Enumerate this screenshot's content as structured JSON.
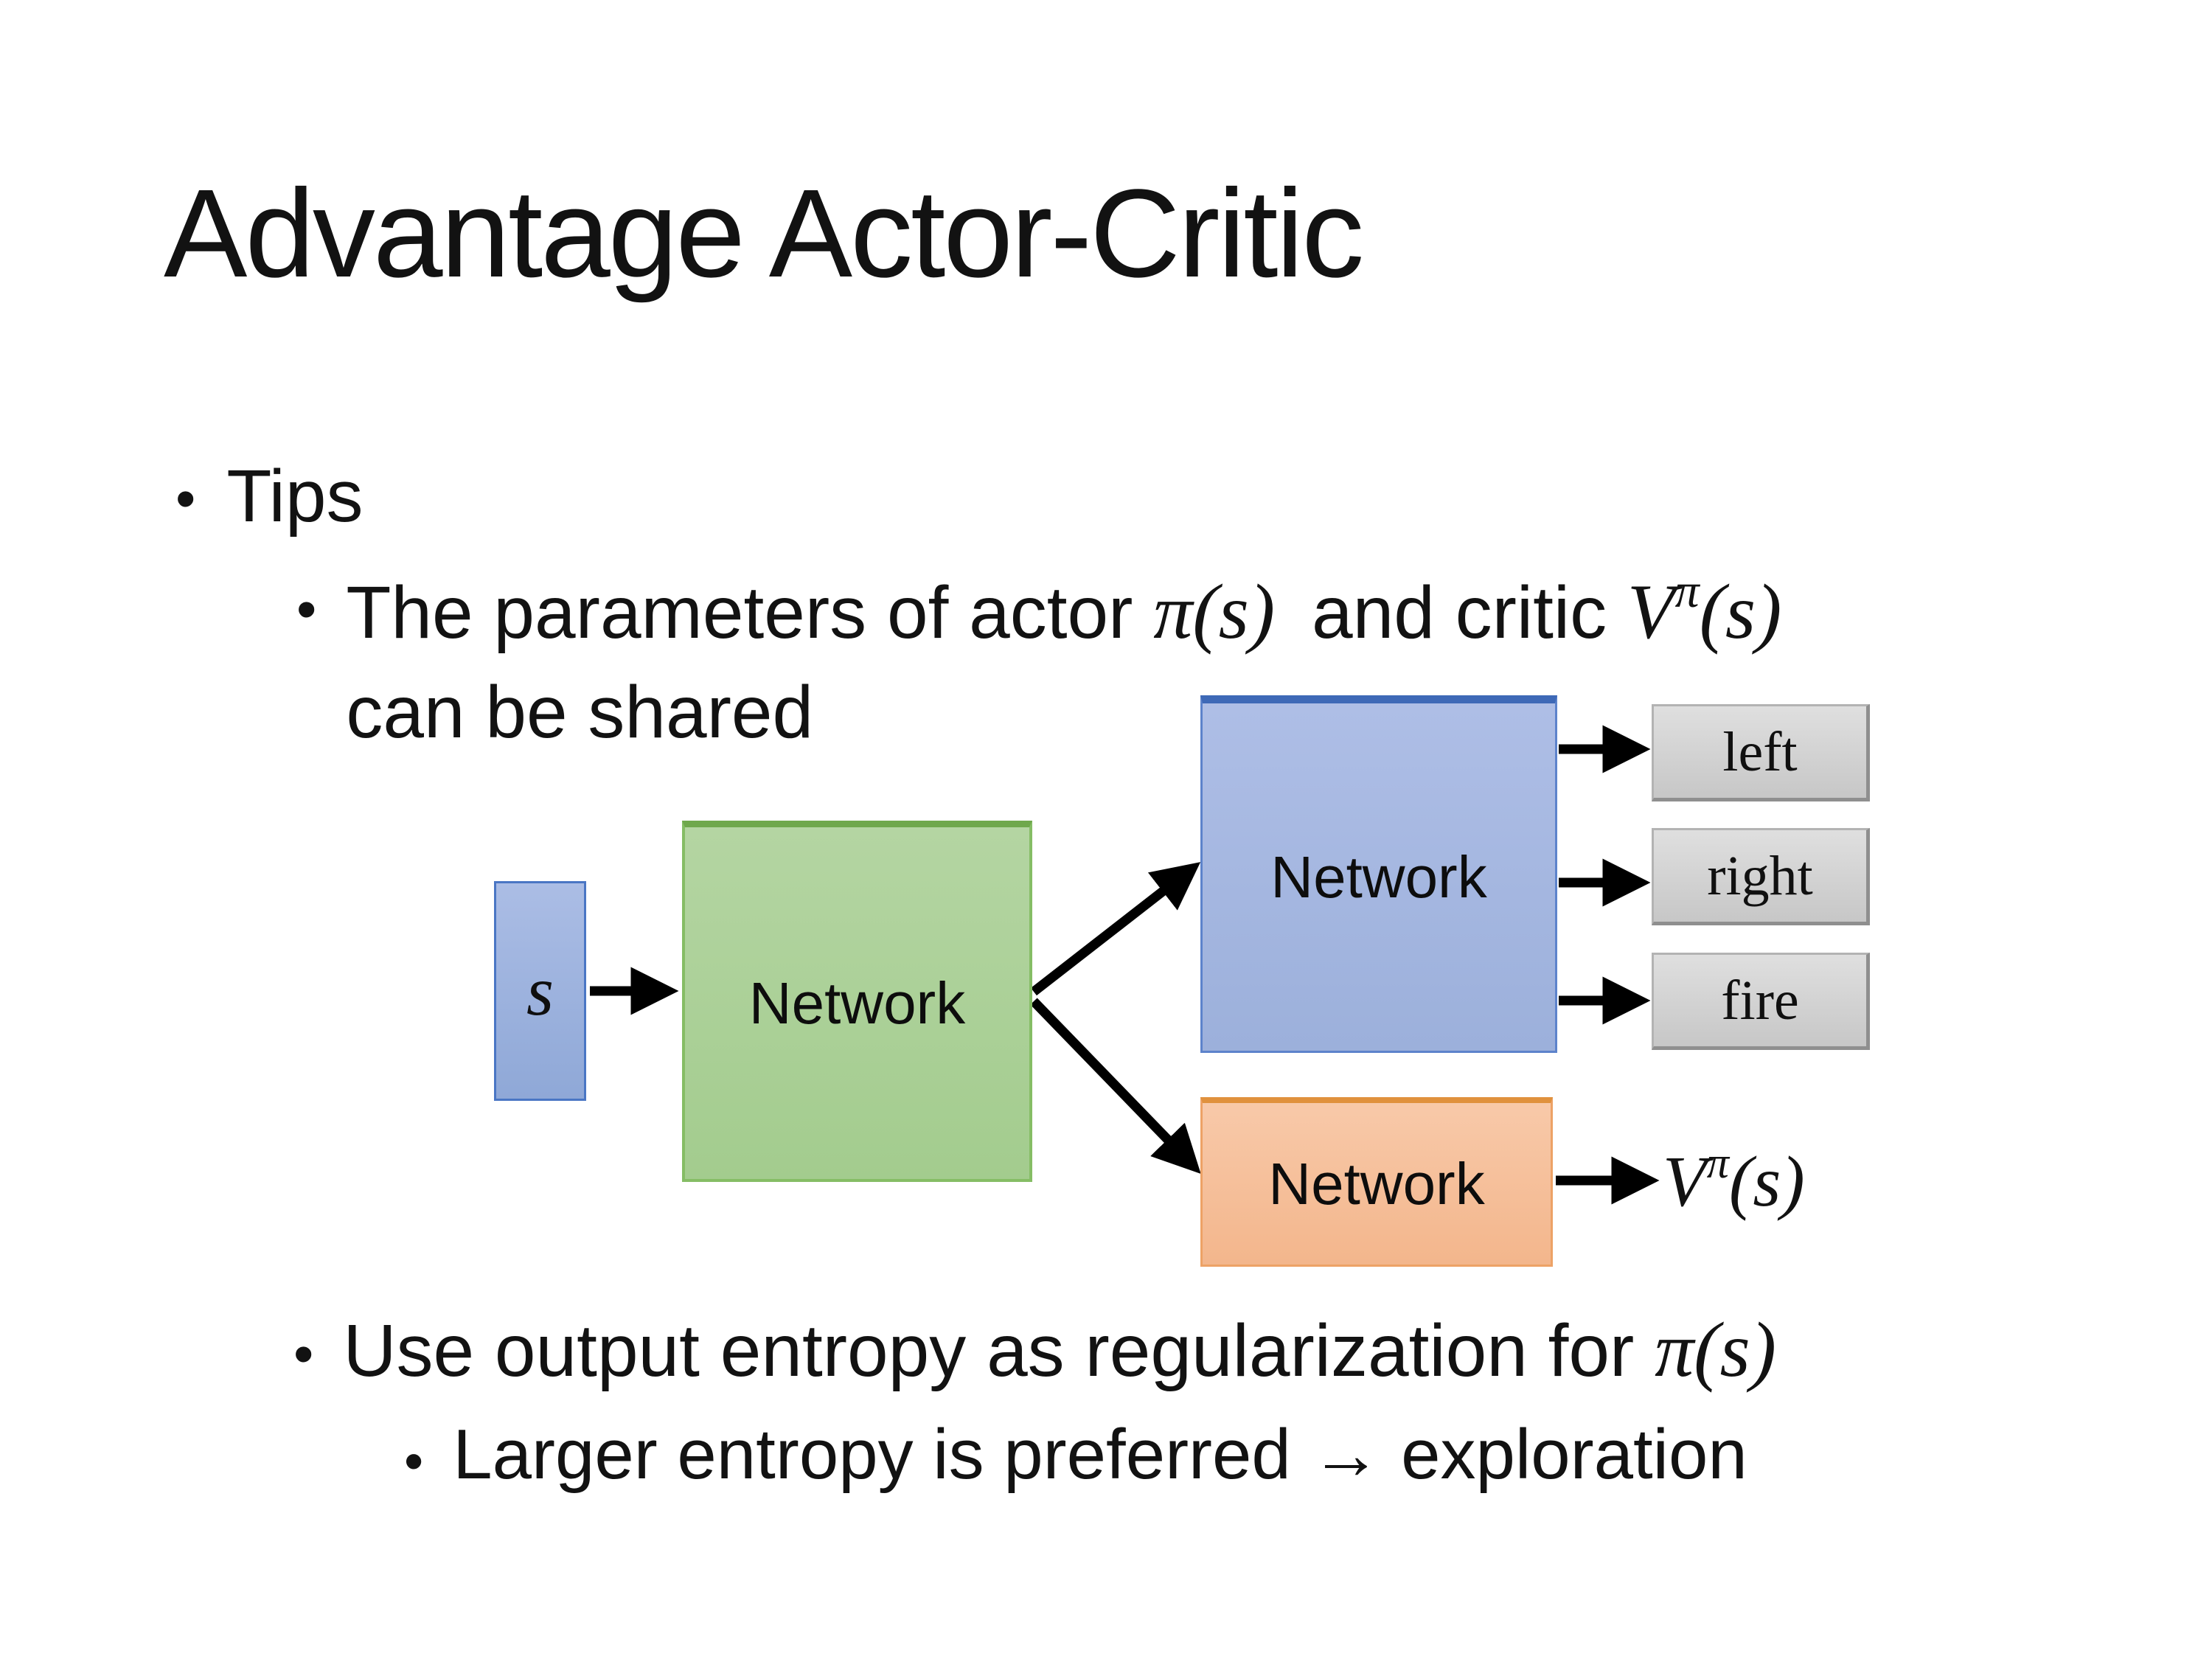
{
  "slide": {
    "title": "Advantage Actor-Critic"
  },
  "bullets": {
    "dot": "•",
    "tips": {
      "label": "Tips"
    },
    "shared": {
      "text_before": "The parameters of actor ",
      "actor_math": "π(s)",
      "text_middle": " and critic ",
      "critic_base": "V",
      "critic_sup": "π",
      "critic_arg": "(s)",
      "line2": "can be shared"
    },
    "entropy": {
      "text_before": "Use output entropy as regularization for ",
      "math": "π(s)"
    },
    "explore": {
      "label": "Larger entropy is preferred → exploration"
    }
  },
  "diagram": {
    "state_label": "s",
    "shared_network_label": "Network",
    "actor_network_label": "Network",
    "critic_network_label": "Network",
    "actions": [
      {
        "label": "left"
      },
      {
        "label": "right"
      },
      {
        "label": "fire"
      }
    ],
    "value_base": "V",
    "value_sup": "π",
    "value_arg": "(s)",
    "colors": {
      "state_box_fill": "#9fb3de",
      "state_box_border": "#4a76c4",
      "shared_network_fill": "#abd096",
      "shared_network_border": "#6fa84c",
      "actor_network_fill": "#a3b6e0",
      "actor_network_border": "#3e69b7",
      "critic_network_fill": "#f5bd97",
      "critic_network_border": "#e0913d",
      "action_box_fill": "#d2d2d2",
      "action_box_border": "#8f8f8f",
      "arrow_color": "#000000",
      "text_color": "#121212"
    }
  }
}
